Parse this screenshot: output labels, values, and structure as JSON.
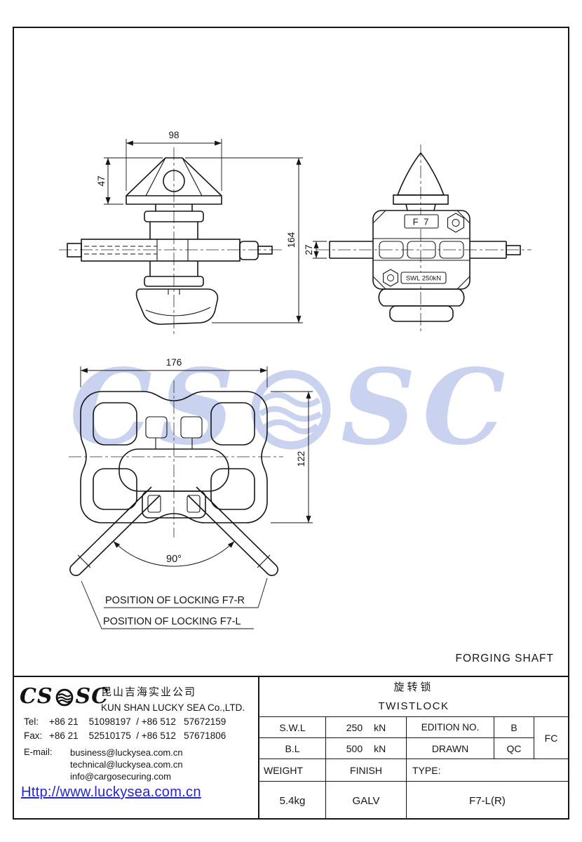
{
  "watermark": {
    "left": "CS",
    "right": "SC"
  },
  "views": {
    "front": {
      "dim_width": "98",
      "dim_cone": "47",
      "dim_total": "164"
    },
    "side": {
      "dim_shaft": "27",
      "head_label": "F 7",
      "swl_label": "SWL 250kN"
    },
    "plan": {
      "dim_width": "176",
      "dim_height": "122",
      "angle": "90°",
      "lock_r": "POSITION OF LOCKING F7-R",
      "lock_l": "POSITION OF LOCKING F7-L"
    }
  },
  "caption": "FORGING SHAFT",
  "title_block": {
    "logo_left": "CS",
    "logo_right": "SC",
    "company_cn": "昆山吉海实业公司",
    "company_en": "KUN SHAN LUCKY SEA Co.,LTD.",
    "tel_label": "Tel:",
    "tel_value": "+86 21    51098197  / +86 512   57672159",
    "fax_label": "Fax:",
    "fax_value": "+86 21    52510175  / +86 512   57671806",
    "email_label": "E-mail:",
    "email1": "business@luckysea.com.cn",
    "email2": "technical@luckysea.com.cn",
    "email3": "info@cargosecuring.com",
    "website": "Http://www.luckysea.com.cn",
    "product_cn": "旋转锁",
    "product_en": "TWISTLOCK",
    "swl_label": "S.W.L",
    "swl_value": "250",
    "swl_unit": "kN",
    "edition_label": "EDITION NO.",
    "edition_value": "B",
    "fc_value": "FC",
    "bl_label": "B.L",
    "bl_value": "500",
    "bl_unit": "kN",
    "drawn_label": "DRAWN",
    "qc_value": "QC",
    "weight_label": "WEIGHT",
    "finish_label": "FINISH",
    "type_label": "TYPE:",
    "weight_value": "5.4kg",
    "finish_value": "GALV",
    "type_value": "F7-L(R)"
  }
}
